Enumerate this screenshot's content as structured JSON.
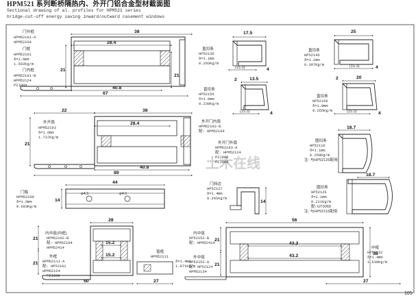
{
  "header": {
    "title": "HPM521  系列断桥隔热内、外开门铝合金型材截面图",
    "subtitle": "Sectional drawing of al. profiles for HPM521 series",
    "subtitle2": "bridge-cut-off energy saving inward/outward casement windows"
  },
  "page_number": "105",
  "watermark": "土木在线",
  "sections": {
    "door_sash": {
      "l1": "门外框",
      "l2": "HPM52101-A",
      "l3": "HPM52104",
      "l4": "门框",
      "l5": "HPM52101",
      "l6": "δ=1.6mm",
      "l7": "1.592Kg/m",
      "l8": "门内框",
      "l9": "HPM52101-B",
      "l10": "HPM52124",
      "l11": "PZJ009",
      "d1": "38",
      "d2": "28.4",
      "d3": "40.8",
      "d4": "67",
      "d5": "21",
      "d6": "21"
    },
    "bead1": {
      "name": "直扣条",
      "code": "HP52136",
      "thk": "δ=1.1mm",
      "wt": "0.203Kg/m",
      "d1": "17.5",
      "d2": "(15.3)",
      "d3": "4"
    },
    "bead2": {
      "name": "直扣条",
      "code": "HP52146",
      "thk": "δ=1.1mm",
      "wt": "0.307Kg/m",
      "d1": "25",
      "d2": "(15.3)",
      "d3": "4"
    },
    "bead3": {
      "name": "直扣条",
      "code": "HP52156",
      "thk": "δ=1.0mm",
      "wt": "0.230Kg/m",
      "d1": "2",
      "d2": "13.5",
      "d3": "(15.3)",
      "d4": "4"
    },
    "bead4": {
      "name": "直扣条",
      "code": "HP52166",
      "thk": "δ=1.0mm",
      "wt": "0.265Kg/m",
      "d1": "2",
      "d2": "20",
      "d3": "(15.3)",
      "d4": "4"
    },
    "door_leaf": {
      "l1": "外开扇",
      "l2": "HPM52103",
      "l3": "δ=1.6mm",
      "l4": "1.737Kg/m",
      "r1": "外开门内扇",
      "r2": "HPM52103-B",
      "r3": "配: HPM52104",
      "r4": "外开门外扇",
      "r5": "HPM52103-A",
      "r6": "配: HPM52124",
      "r7": "PZJ008",
      "r8": "PZJ009",
      "d1": "22",
      "d2": "38",
      "d3": "28.4",
      "d4": "40.8",
      "d5": "89",
      "d6": "21"
    },
    "round_bead1": {
      "name": "圆扣条",
      "code": "HP52116",
      "thk": "δ=1.1mm",
      "wt": "0.258Kg/m",
      "note": "注: 与HP52126配用",
      "d1": "18.7"
    },
    "round_bead2": {
      "name": "圆扣条",
      "code": "HP52126",
      "thk": "δ=1.1mm",
      "wt": "0.211Kg/m",
      "note1": "配: GT0069",
      "note2": "注: 与HP52116配用",
      "d1": "18.7"
    },
    "threshold": {
      "l1": "门槛",
      "l2": "HPM52109",
      "l3": "δ=1.6mm",
      "l4": "0.603Kg/m",
      "d1": "44",
      "d2": "φ4.5",
      "d3": "φ4.5",
      "d4": "14"
    },
    "stop": {
      "l1": "门挡边",
      "l2": "HP52127",
      "l3": "δ=1.4mm",
      "l4": "0.201Kg/m",
      "d1": "14"
    },
    "mullion_small": {
      "l1": "内中挺(内框)",
      "l2": "HPM52102-B",
      "l3": "配: HPM52104",
      "l4": "HPM52414",
      "l5": "外框",
      "l6": "HPM52111-A",
      "l7": "配: HP52101",
      "l8": "HPM52124",
      "l9": "PZJ009",
      "r1": "窗框",
      "r2": "HPM52111",
      "r3": "δ=1.4mm",
      "r4": "1.071Kg/m",
      "d1": "28",
      "d2": "15.2",
      "d3": "15.2",
      "d4": "50",
      "d5": "27",
      "d6": "21",
      "d7": "21"
    },
    "mullion_large": {
      "l1": "内中挺",
      "l2": "HP52152-B",
      "l3": "配: HPM52414",
      "l4": "外中挺",
      "l5": "HP52152-A",
      "l6": "配: HP52124",
      "l7": "HPM52134",
      "r1": "中梃",
      "r2": "HP52152",
      "r3": "δ=1.4mm",
      "r4": "1.638Kg/m",
      "d1": "56",
      "d2": "43.2",
      "d3": "43.2",
      "d4": "27",
      "d5": "21",
      "d6": "21",
      "d7": "38"
    }
  }
}
